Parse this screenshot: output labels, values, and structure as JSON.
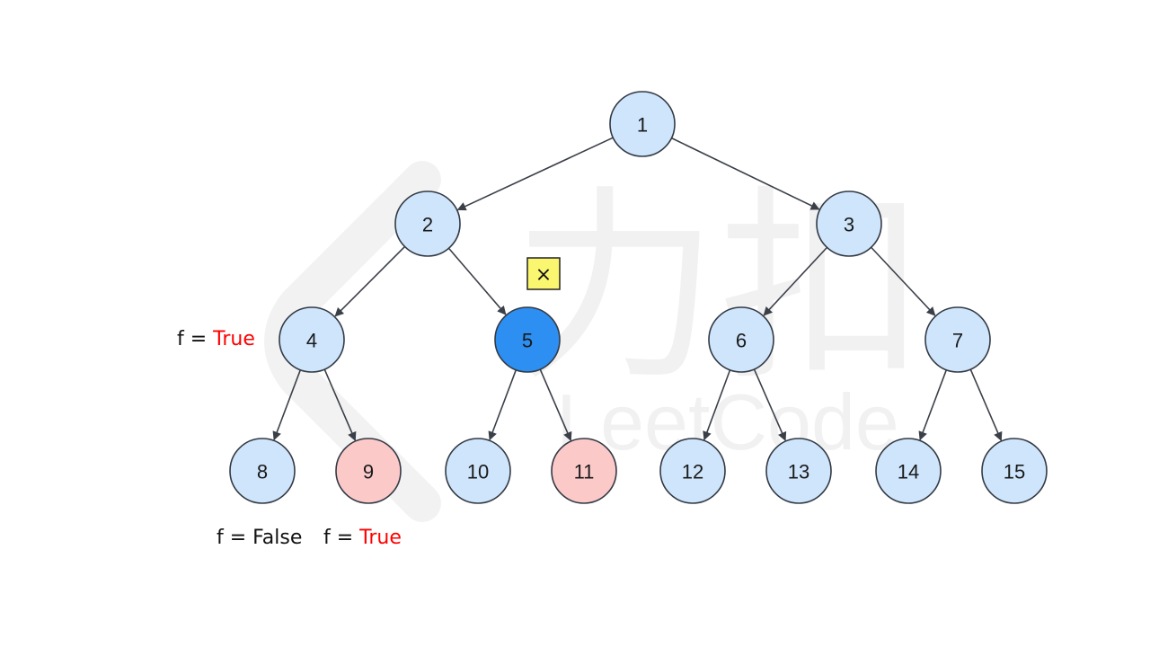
{
  "colors": {
    "node_default": "#cfe5fc",
    "node_current": "#2d8ff1",
    "node_marked": "#fcc9c9",
    "node_stroke": "#333a44",
    "edge": "#3b4048",
    "annotation_value": "#ff0000",
    "sticky_note": "#fbf66f"
  },
  "tree": {
    "nodes": [
      {
        "id": "1",
        "label": "1",
        "state": "default"
      },
      {
        "id": "2",
        "label": "2",
        "state": "default"
      },
      {
        "id": "3",
        "label": "3",
        "state": "default"
      },
      {
        "id": "4",
        "label": "4",
        "state": "default"
      },
      {
        "id": "5",
        "label": "5",
        "state": "current"
      },
      {
        "id": "6",
        "label": "6",
        "state": "default"
      },
      {
        "id": "7",
        "label": "7",
        "state": "default"
      },
      {
        "id": "8",
        "label": "8",
        "state": "default"
      },
      {
        "id": "9",
        "label": "9",
        "state": "marked"
      },
      {
        "id": "10",
        "label": "10",
        "state": "default"
      },
      {
        "id": "11",
        "label": "11",
        "state": "marked"
      },
      {
        "id": "12",
        "label": "12",
        "state": "default"
      },
      {
        "id": "13",
        "label": "13",
        "state": "default"
      },
      {
        "id": "14",
        "label": "14",
        "state": "default"
      },
      {
        "id": "15",
        "label": "15",
        "state": "default"
      }
    ],
    "edges": [
      [
        "1",
        "2"
      ],
      [
        "1",
        "3"
      ],
      [
        "2",
        "4"
      ],
      [
        "2",
        "5"
      ],
      [
        "3",
        "6"
      ],
      [
        "3",
        "7"
      ],
      [
        "4",
        "8"
      ],
      [
        "4",
        "9"
      ],
      [
        "5",
        "10"
      ],
      [
        "5",
        "11"
      ],
      [
        "6",
        "12"
      ],
      [
        "6",
        "13"
      ],
      [
        "7",
        "14"
      ],
      [
        "7",
        "15"
      ]
    ]
  },
  "sticky_note": {
    "text": "×",
    "attached_to": "5"
  },
  "annotations": {
    "node4": {
      "prefix": "f = ",
      "value": "True"
    },
    "node8": {
      "prefix": "f = False",
      "value": ""
    },
    "node9": {
      "prefix": "f = ",
      "value": "True"
    }
  },
  "watermark": {
    "text": "LeetCode",
    "glyphs": "力扣"
  }
}
